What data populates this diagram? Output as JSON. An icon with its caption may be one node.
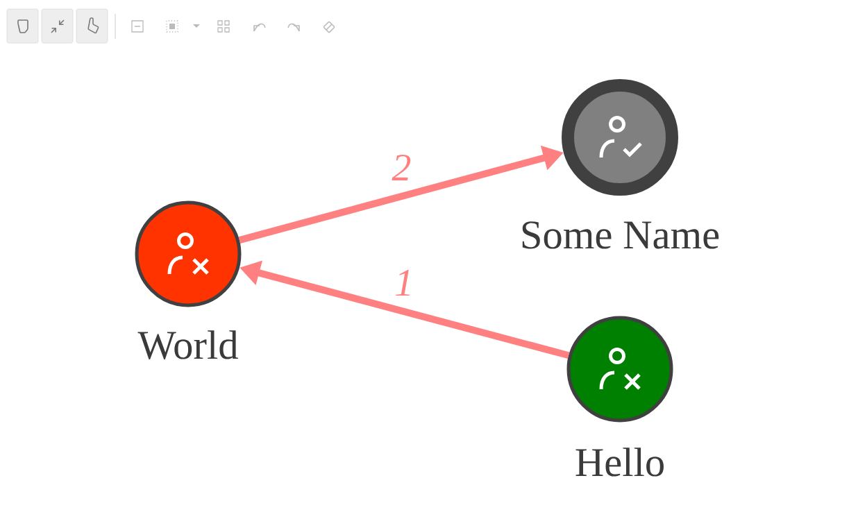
{
  "diagram": {
    "nodes": [
      {
        "text": [
          "World"
        ]
      },
      {
        "text": [
          "Some Name"
        ]
      },
      {
        "text": [
          "Hello"
        ]
      }
    ],
    "edges": [
      {
        "from": 2,
        "to": 0,
        "arrow": "to",
        "label": "1"
      },
      {
        "from": 0,
        "to": 1,
        "arrow": "to",
        "label": "2"
      }
    ]
  }
}
